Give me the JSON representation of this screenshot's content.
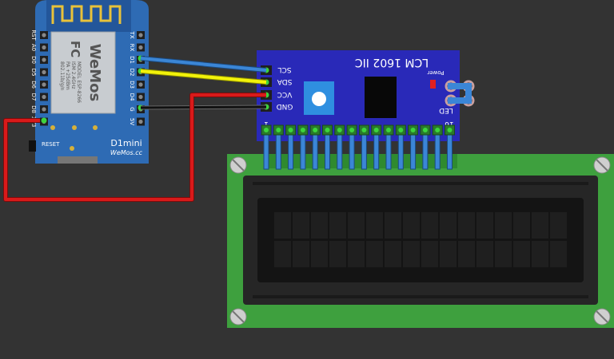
{
  "board": {
    "name": "D1mini",
    "brand_bottom": "WeMos.cc",
    "module_brand": "WeMos",
    "module_fcc": "FC",
    "module_lines": [
      "MODEL ESP-8266",
      "ISM 2.4GHz",
      "PA +25dBm",
      "802.11b/g/n"
    ],
    "reset_label": "RESET",
    "left_pins": [
      "RST",
      "A0",
      "D0",
      "D5",
      "D6",
      "D7",
      "D8",
      "3V3"
    ],
    "right_pins": [
      "TX",
      "RX",
      "D1",
      "D2",
      "D3",
      "D4",
      "G",
      "5V"
    ]
  },
  "i2c_module": {
    "title": "LCM 1602 IIC",
    "pins": [
      "SCL",
      "SDA",
      "VCC",
      "GND"
    ],
    "power_label": "Power",
    "led_label": "LED",
    "pin_first": "1",
    "pin_last": "16"
  },
  "colors": {
    "background": "#333333",
    "board": "#2e6bb4",
    "lcd_pcb": "#3ea03e",
    "i2c_pcb": "#2929b8",
    "wire_blue": "#3b86d6",
    "wire_yellow": "#f2f20a",
    "wire_red": "#d91a1a",
    "wire_black": "#111111"
  },
  "wires": [
    {
      "from": "D1",
      "to": "SCL",
      "color": "blue"
    },
    {
      "from": "D2",
      "to": "SDA",
      "color": "yellow"
    },
    {
      "from": "3V3",
      "to": "VCC",
      "color": "red"
    },
    {
      "from": "G",
      "to": "GND",
      "color": "black"
    }
  ]
}
